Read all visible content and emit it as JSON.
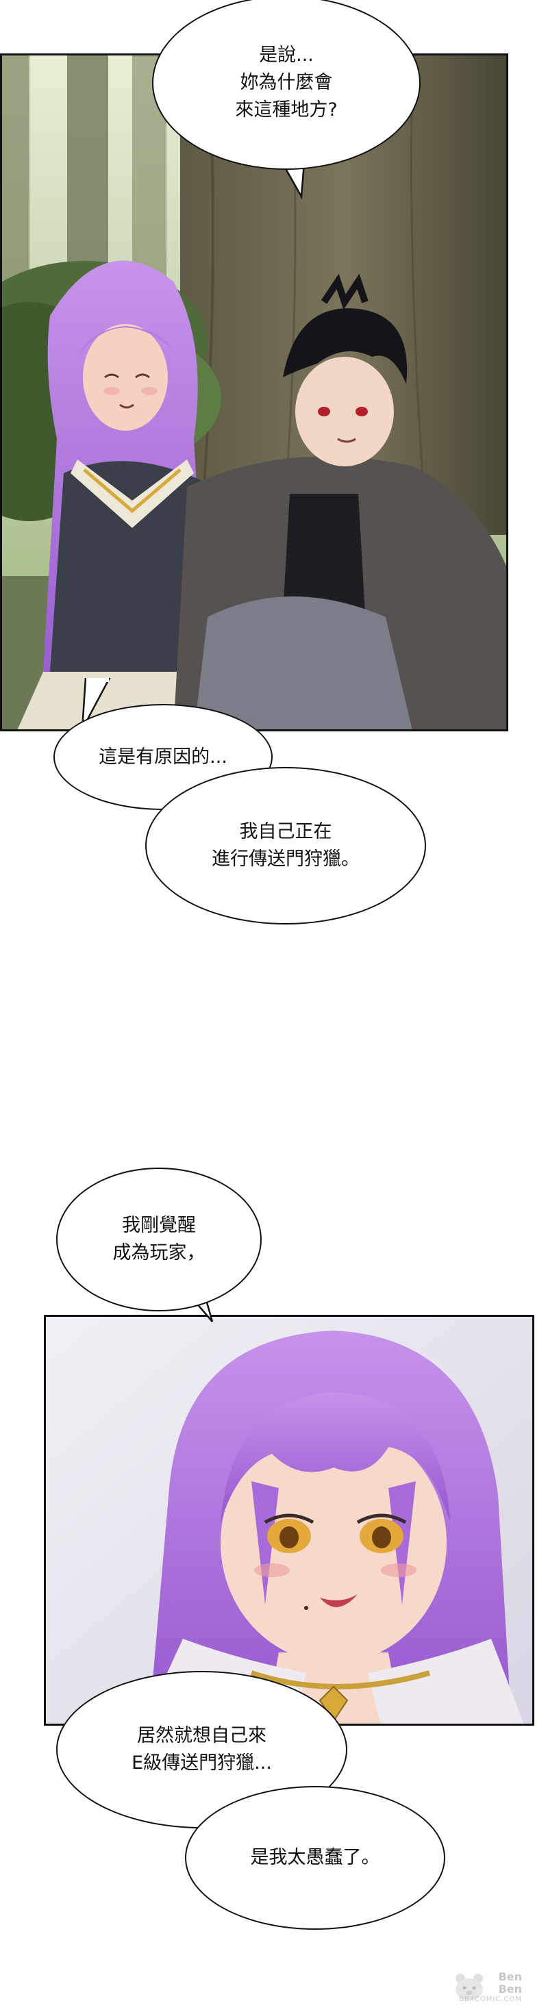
{
  "bubbles": {
    "b1": [
      "是說...",
      "妳為什麼會",
      "來這種地方?"
    ],
    "b2": [
      "這是有原因的..."
    ],
    "b3": [
      "我自己正在",
      "進行傳送門狩獵。"
    ],
    "b4": [
      "我剛覺醒",
      "成為玩家，"
    ],
    "b5": [
      "居然就想自己來",
      "E級傳送門狩獵..."
    ],
    "b6": [
      "是我太愚蠢了。"
    ]
  },
  "watermark": {
    "brand": [
      "Ben",
      "Ben"
    ],
    "site": "BBXCOMIC.COM"
  },
  "icons": {
    "watermark": "bear-mascot-icon"
  },
  "colors": {
    "hair": "#b57be0",
    "forest": "#4f6b3a",
    "cloak": "#55524f",
    "bubble_border": "#111111"
  }
}
